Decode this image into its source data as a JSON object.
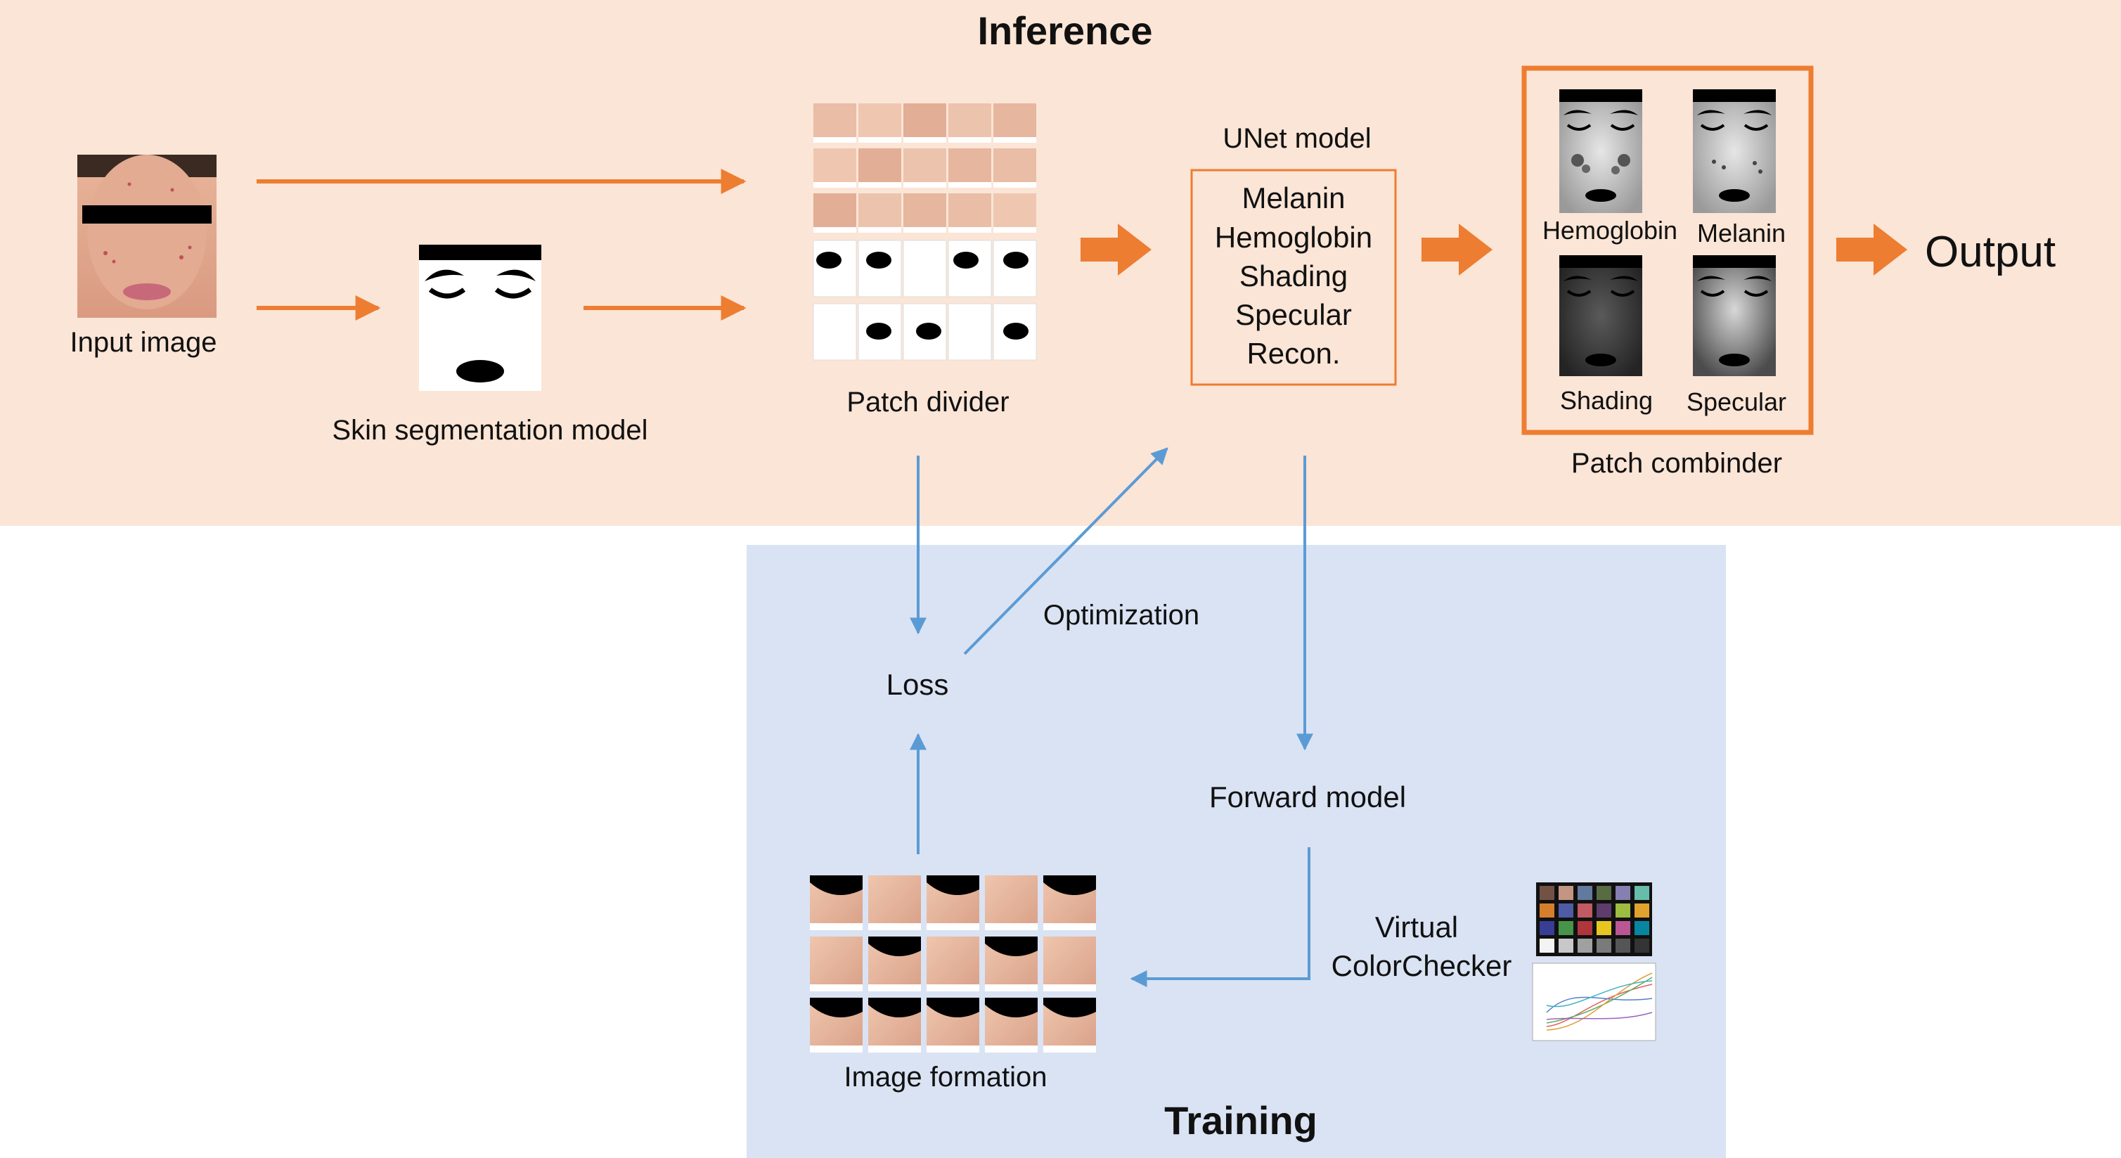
{
  "inference": {
    "title": "Inference",
    "input_label": "Input image",
    "skin_seg_label": "Skin segmentation model",
    "patch_divider_label": "Patch divider",
    "unet_label": "UNet model",
    "unet_outputs": [
      "Melanin",
      "Hemoglobin",
      "Shading",
      "Specular",
      "Recon."
    ],
    "combiner_maps": [
      "Hemoglobin",
      "Melanin",
      "Shading",
      "Specular"
    ],
    "combiner_label": "Patch combinder",
    "output_label": "Output"
  },
  "training": {
    "title": "Training",
    "loss_label": "Loss",
    "optimization_label": "Optimization",
    "forward_model_label": "Forward model",
    "colorchecker_label": [
      "Virtual",
      "ColorChecker"
    ],
    "image_formation_label": "Image formation"
  },
  "colors": {
    "inference_bg": "#fbe5d6",
    "training_bg": "#dae3f3",
    "orange": "#ed7d31",
    "blue": "#5b9bd5"
  }
}
